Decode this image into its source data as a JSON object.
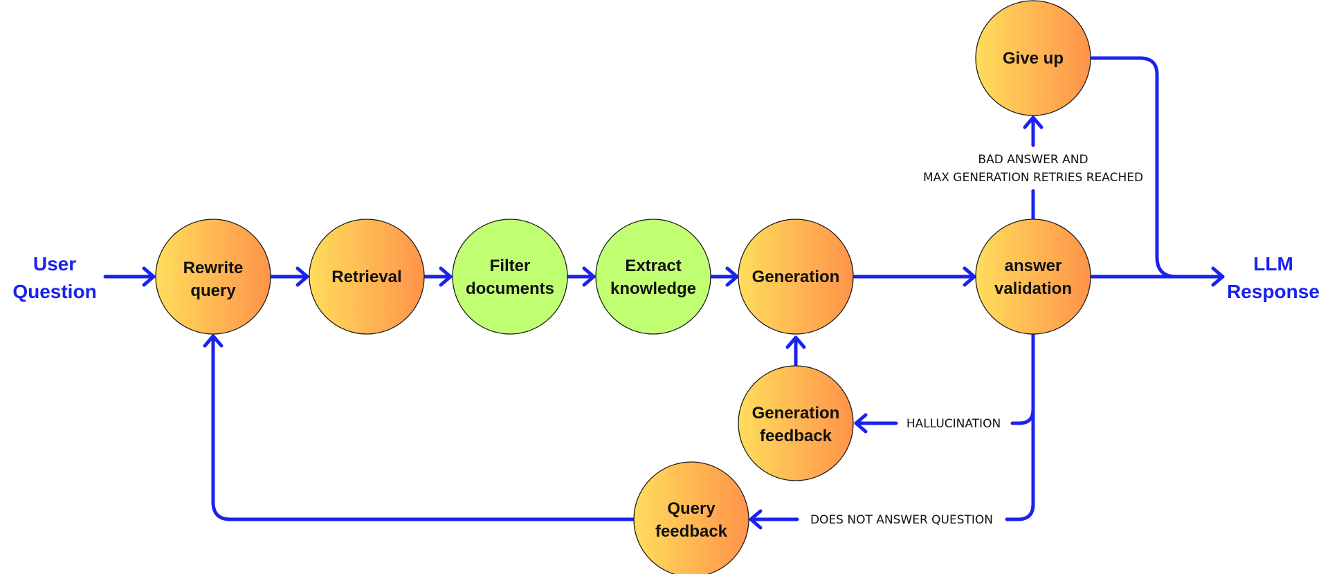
{
  "diagram": {
    "terminals": {
      "start": {
        "line1": "User",
        "line2": "Question"
      },
      "end": {
        "line1": "LLM",
        "line2": "Response"
      }
    },
    "nodes": [
      {
        "id": "rewrite-query",
        "line1": "Rewrite",
        "line2": "query",
        "kind": "orange"
      },
      {
        "id": "retrieval",
        "line1": "Retrieval",
        "line2": "",
        "kind": "orange"
      },
      {
        "id": "filter-documents",
        "line1": "Filter",
        "line2": "documents",
        "kind": "green"
      },
      {
        "id": "extract-knowledge",
        "line1": "Extract",
        "line2": "knowledge",
        "kind": "green"
      },
      {
        "id": "generation",
        "line1": "Generation",
        "line2": "",
        "kind": "orange"
      },
      {
        "id": "answer-validation",
        "line1": "answer",
        "line2": "validation",
        "kind": "orange"
      },
      {
        "id": "give-up",
        "line1": "Give up",
        "line2": "",
        "kind": "orange"
      },
      {
        "id": "generation-feedback",
        "line1": "Generation",
        "line2": "feedback",
        "kind": "orange"
      },
      {
        "id": "query-feedback",
        "line1": "Query",
        "line2": "feedback",
        "kind": "orange"
      }
    ],
    "edge_labels": {
      "bad_answer_line1": "BAD ANSWER AND",
      "bad_answer_line2": "MAX GENERATION RETRIES REACHED",
      "hallucination": "HALLUCINATION",
      "does_not_answer": "DOES NOT ANSWER QUESTION"
    },
    "colors": {
      "edge": "#1a22ee",
      "orange_start": "#ffdd5c",
      "orange_end": "#ff934a",
      "green": "#c1ff72",
      "terminal_text": "#1a22ee"
    }
  }
}
